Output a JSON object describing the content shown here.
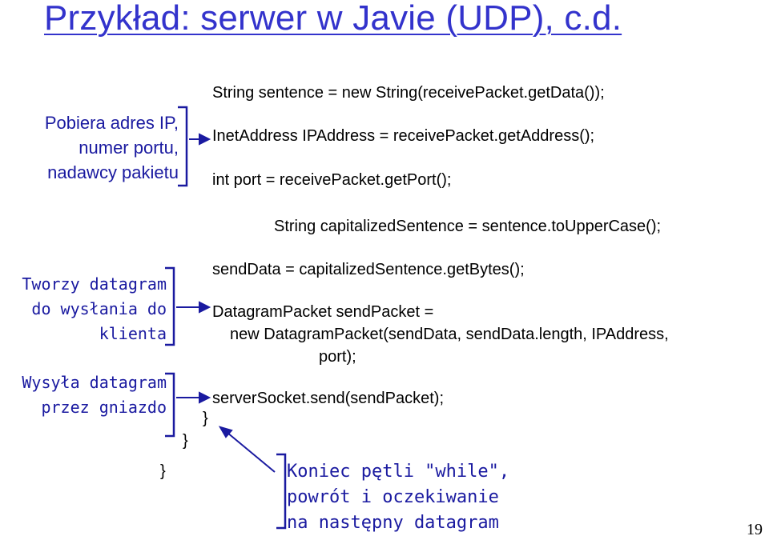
{
  "title": "Przykład: serwer w Javie (UDP), c.d.",
  "code": {
    "line1": "String sentence = new String(receivePacket.getData());",
    "line2": "InetAddress IPAddress = receivePacket.getAddress();",
    "line3": "int port = receivePacket.getPort();",
    "line4": "String capitalizedSentence = sentence.toUpperCase();",
    "line5": "sendData = capitalizedSentence.getBytes();",
    "line6": "DatagramPacket sendPacket =",
    "line7": "new DatagramPacket(sendData, sendData.length, IPAddress,",
    "line8": "port);",
    "line9": "serverSocket.send(sendPacket);",
    "brace1": "}",
    "brace2": "}",
    "brace3": "}"
  },
  "annotations": {
    "sender_info": [
      "Pobiera adres IP,",
      "numer portu,",
      "nadawcy pakietu"
    ],
    "create_datagram": [
      "Tworzy datagram",
      "do wysłania do",
      "klienta"
    ],
    "send_datagram": [
      "Wysyła datagram",
      "przez gniazdo"
    ],
    "loop_end": [
      "Koniec pętli \"while\",",
      "powrót i oczekiwanie",
      "na następny datagram"
    ]
  },
  "page_number": "19",
  "colors": {
    "title": "#3333cc",
    "annotation": "#1a1aa0",
    "bracket": "#1a1aa0",
    "code": "#000000"
  }
}
